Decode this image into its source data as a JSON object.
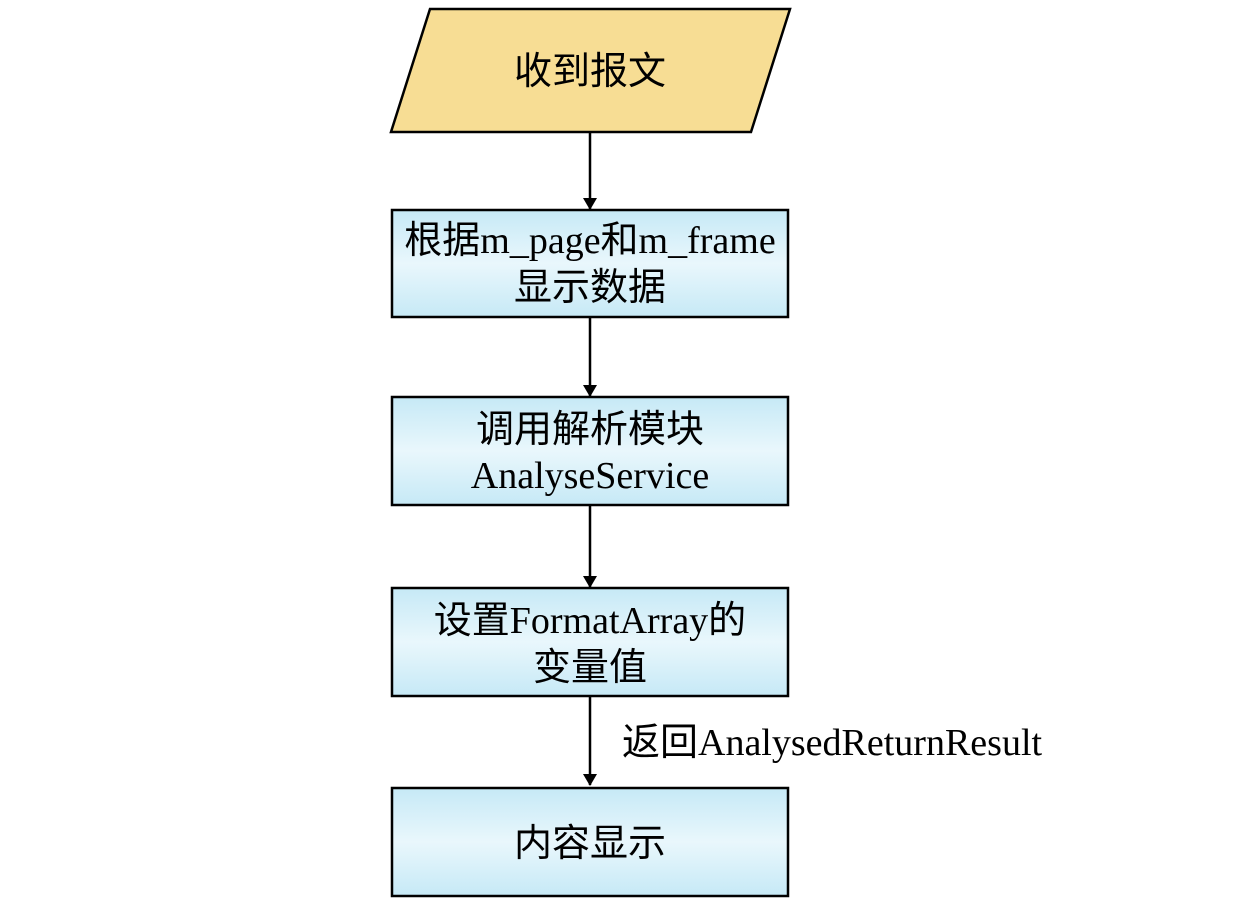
{
  "colors": {
    "input_fill": "#f7dd94",
    "process_fill_top": "#c6e9f6",
    "process_fill_mid": "#e9f7fc",
    "stroke": "#000000",
    "arrow": "#000000"
  },
  "nodes": {
    "receive": {
      "shape": "parallelogram",
      "lines": [
        "收到报文"
      ]
    },
    "display_data": {
      "shape": "rectangle",
      "lines": [
        "根据m_page和m_frame",
        "显示数据"
      ]
    },
    "call_analyse": {
      "shape": "rectangle",
      "lines": [
        "调用解析模块",
        "AnalyseService"
      ]
    },
    "set_format": {
      "shape": "rectangle",
      "lines": [
        "设置FormatArray的",
        "变量值"
      ]
    },
    "show_content": {
      "shape": "rectangle",
      "lines": [
        "内容显示"
      ]
    }
  },
  "edges": [
    {
      "from": "receive",
      "to": "display_data",
      "label": ""
    },
    {
      "from": "display_data",
      "to": "call_analyse",
      "label": ""
    },
    {
      "from": "call_analyse",
      "to": "set_format",
      "label": ""
    },
    {
      "from": "set_format",
      "to": "show_content",
      "label": "返回AnalysedReturnResult"
    }
  ]
}
